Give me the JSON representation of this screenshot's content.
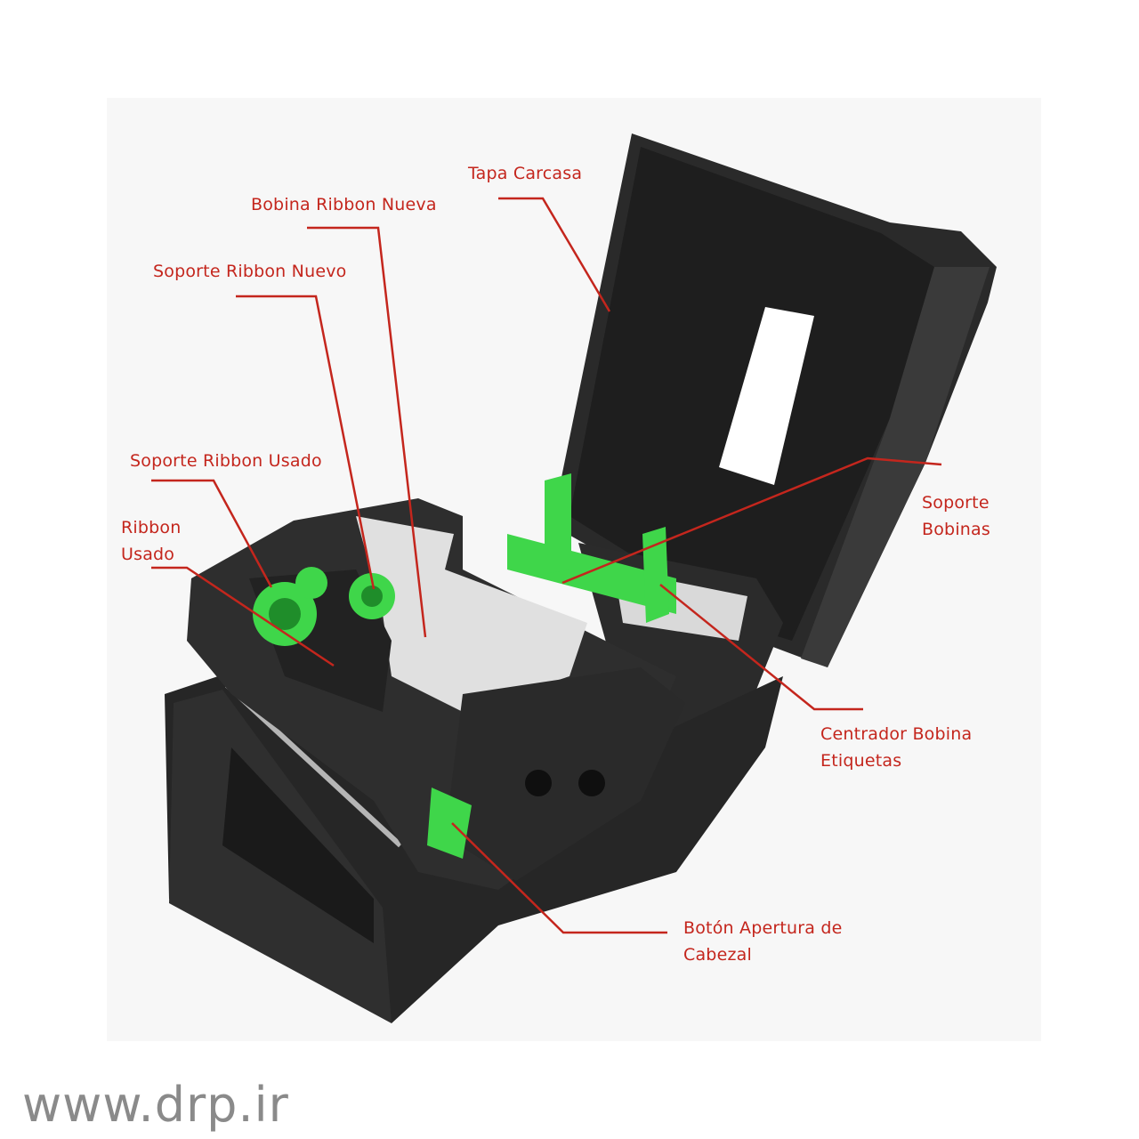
{
  "labels": {
    "tapa_carcasa": "Tapa Carcasa",
    "bobina_ribbon_nueva": "Bobina Ribbon Nueva",
    "soporte_ribbon_nuevo": "Soporte Ribbon Nuevo",
    "soporte_ribbon_usado": "Soporte Ribbon Usado",
    "ribbon_usado_1": "Ribbon",
    "ribbon_usado_2": "Usado",
    "soporte_bobinas_1": "Soporte",
    "soporte_bobinas_2": "Bobinas",
    "centrador_1": "Centrador Bobina",
    "centrador_2": "Etiquetas",
    "boton_1": "Botón Apertura de",
    "boton_2": "Cabezal"
  },
  "watermark": "www.drp.ir",
  "colors": {
    "callout": "#c4261d",
    "body": "#1c1c1c",
    "accent_green": "#3fd64a",
    "watermark": "#8a8a8a"
  }
}
